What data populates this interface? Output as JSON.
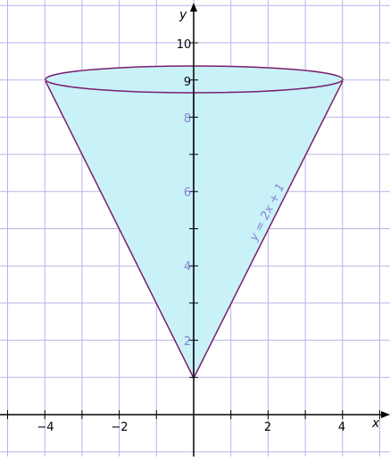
{
  "axes": {
    "x_label": "x",
    "y_label": "y",
    "x_ticks": [
      {
        "value": -4,
        "label": "−4"
      },
      {
        "value": -2,
        "label": "−2"
      },
      {
        "value": 2,
        "label": "2"
      },
      {
        "value": 4,
        "label": "4"
      }
    ],
    "y_ticks": [
      {
        "value": 2,
        "label": "2"
      },
      {
        "value": 4,
        "label": "4"
      },
      {
        "value": 6,
        "label": "6"
      },
      {
        "value": 8,
        "label": "8"
      },
      {
        "value": 9,
        "label": "9"
      },
      {
        "value": 10,
        "label": "10"
      }
    ]
  },
  "curve_label": "y = 2x + 1",
  "colors": {
    "grid": "#b9b2e8",
    "axis": "#000000",
    "cone_fill": "#c8f2f8",
    "cone_outline": "#7a1e6e",
    "axis_of_revolution": "#7f7ff2",
    "tick_label_on_axis": "#8a7fd8",
    "curve_label": "#8a7fd8"
  }
}
